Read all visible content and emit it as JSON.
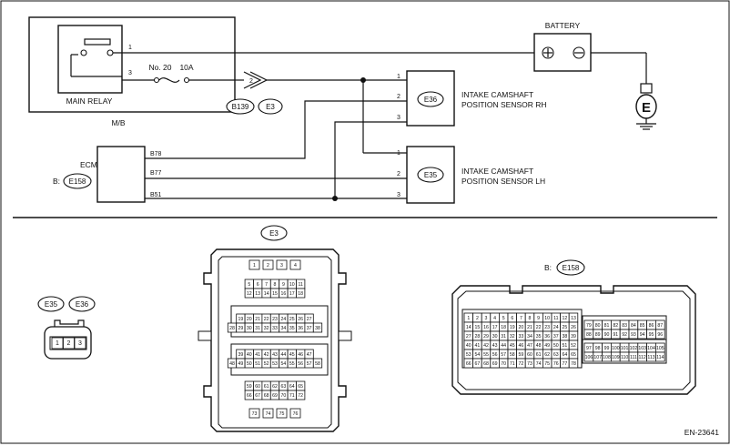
{
  "main_relay": {
    "label": "MAIN RELAY",
    "pin1": "1",
    "pin3": "3"
  },
  "mb_label": "M/B",
  "fuse": {
    "number": "No. 20",
    "rating": "10A"
  },
  "splice": {
    "number": "2",
    "tag1": "B139",
    "tag2": "E3"
  },
  "battery": {
    "label": "BATTERY"
  },
  "ground": {
    "label": "E"
  },
  "ecm": {
    "label": "ECM",
    "prefix": "B:",
    "connector": "E158",
    "pins": [
      "B78",
      "B77",
      "B51"
    ]
  },
  "sensor_rh": {
    "connector": "E36",
    "name_line1": "INTAKE CAMSHAFT",
    "name_line2": "POSITION SENSOR RH",
    "pins": [
      "1",
      "2",
      "3"
    ]
  },
  "sensor_lh": {
    "connector": "E35",
    "name_line1": "INTAKE CAMSHAFT",
    "name_line2": "POSITION SENSOR LH",
    "pins": [
      "1",
      "2",
      "3"
    ]
  },
  "connector_views": {
    "e35_e36": {
      "tags": [
        "E35",
        "E36"
      ],
      "pins": [
        "1",
        "2",
        "3"
      ]
    },
    "e3": {
      "tag": "E3",
      "rows": [
        [
          "1",
          "2",
          "3",
          "4"
        ],
        [
          "5",
          "6",
          "7",
          "8",
          "9",
          "10",
          "11"
        ],
        [
          "12",
          "13",
          "14",
          "15",
          "16",
          "17",
          "18"
        ],
        [
          "19",
          "20",
          "21",
          "22",
          "23",
          "24",
          "25",
          "26",
          "27"
        ],
        [
          "28",
          "29",
          "30",
          "31",
          "32",
          "33",
          "34",
          "35",
          "36",
          "37",
          "38"
        ],
        [
          "39",
          "40",
          "41",
          "42",
          "43",
          "44",
          "45",
          "46",
          "47"
        ],
        [
          "48",
          "49",
          "50",
          "51",
          "52",
          "53",
          "54",
          "55",
          "56",
          "57",
          "58"
        ],
        [
          "59",
          "60",
          "61",
          "62",
          "63",
          "64",
          "65"
        ],
        [
          "66",
          "67",
          "68",
          "69",
          "70",
          "71",
          "72"
        ],
        [
          "73",
          "74",
          "75",
          "76"
        ]
      ]
    },
    "e158": {
      "prefix": "B:",
      "tag": "E158",
      "left_rows": [
        [
          "1",
          "2",
          "3",
          "4",
          "5",
          "6",
          "7",
          "8",
          "9",
          "10",
          "11",
          "12",
          "13"
        ],
        [
          "14",
          "15",
          "16",
          "17",
          "18",
          "19",
          "20",
          "21",
          "22",
          "23",
          "24",
          "25",
          "26"
        ],
        [
          "27",
          "28",
          "29",
          "30",
          "31",
          "32",
          "33",
          "34",
          "35",
          "36",
          "37",
          "38",
          "39"
        ],
        [
          "40",
          "41",
          "42",
          "43",
          "44",
          "45",
          "46",
          "47",
          "48",
          "49",
          "50",
          "51",
          "52"
        ],
        [
          "53",
          "54",
          "55",
          "56",
          "57",
          "58",
          "59",
          "60",
          "61",
          "62",
          "63",
          "64",
          "65"
        ],
        [
          "66",
          "67",
          "68",
          "69",
          "70",
          "71",
          "72",
          "73",
          "74",
          "75",
          "76",
          "77",
          "78"
        ]
      ],
      "right_rows": [
        [
          "79",
          "80",
          "81",
          "82",
          "83",
          "84",
          "85",
          "86",
          "87"
        ],
        [
          "88",
          "89",
          "90",
          "91",
          "92",
          "93",
          "94",
          "95",
          "96"
        ],
        [
          "97",
          "98",
          "99",
          "100",
          "101",
          "102",
          "103",
          "104",
          "105"
        ],
        [
          "106",
          "107",
          "108",
          "109",
          "110",
          "111",
          "112",
          "113",
          "114"
        ]
      ]
    }
  },
  "doc_id": "EN-23641"
}
